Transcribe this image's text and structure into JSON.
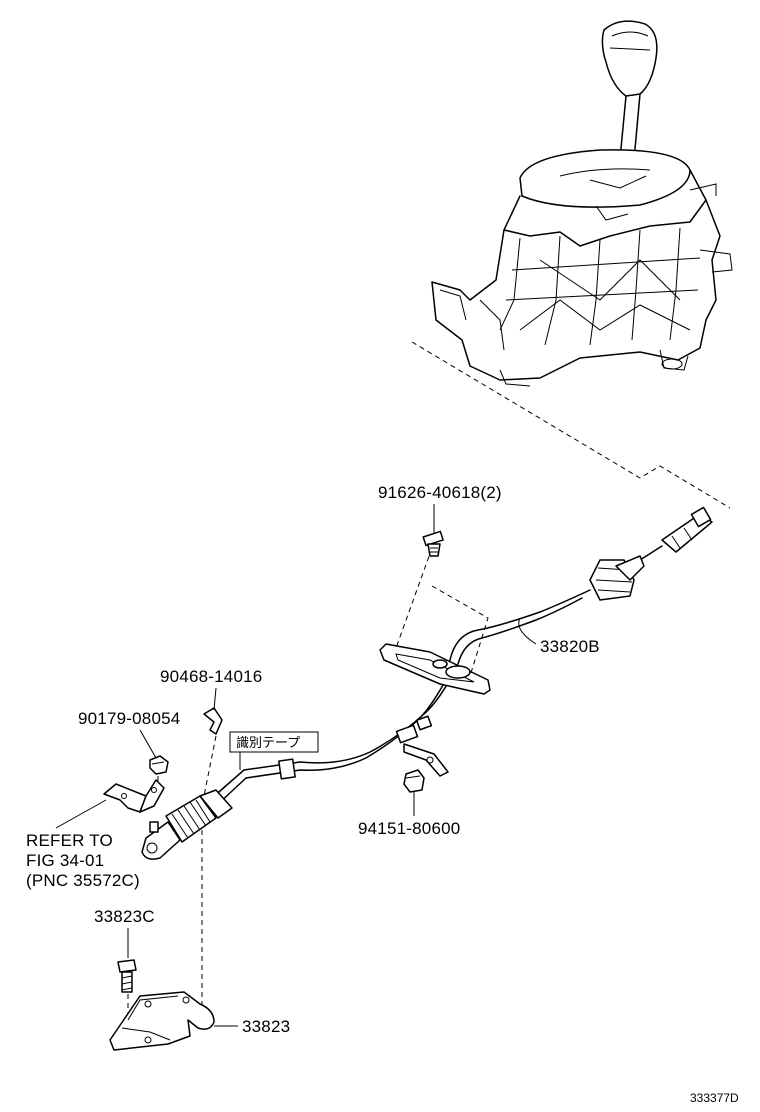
{
  "labels": {
    "bolt_top": "91626-40618(2)",
    "cable_assy": "33820B",
    "clip": "90468-14016",
    "nut": "90179-08054",
    "tape": "識別テープ",
    "nut_bracket": "94151-80600",
    "refer_line1": "REFER TO",
    "refer_line2": "FIG 34-01",
    "refer_line3": "(PNC 35572C)",
    "bolt_bracket": "33823C",
    "bracket": "33823",
    "diagram_id": "333377D"
  }
}
